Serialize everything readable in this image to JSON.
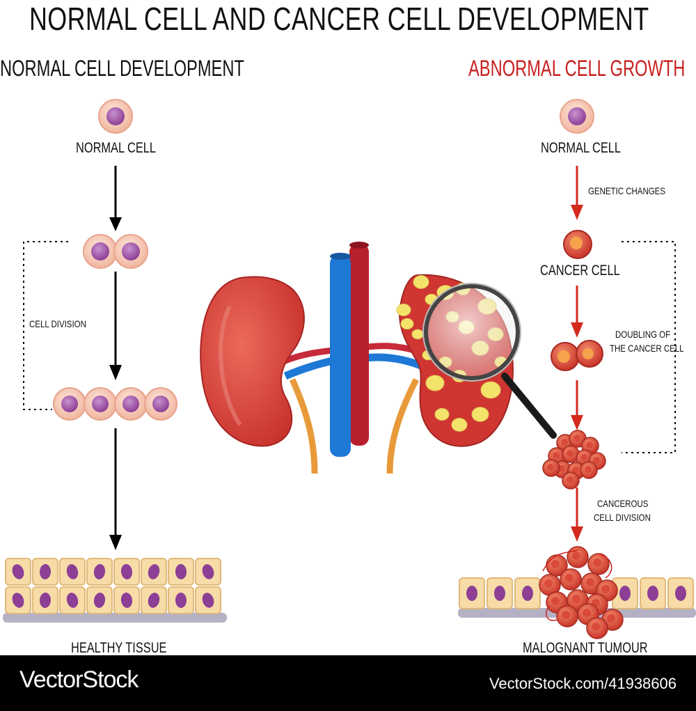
{
  "title": "NORMAL CELL AND CANCER CELL DEVELOPMENT",
  "left": {
    "heading": "NORMAL CELL DEVELOPMENT",
    "normal_cell": "NORMAL CELL",
    "cell_division": "CELL DIVISION",
    "healthy_tissue": "HEALTHY TISSUE"
  },
  "right": {
    "heading": "ABNORMAL CELL GROWTH",
    "normal_cell": "NORMAL CELL",
    "genetic_changes": "GENETIC CHANGES",
    "cancer_cell": "CANCER CELL",
    "doubling_line1": "DOUBLING OF",
    "doubling_line2": "THE CANCER CELL",
    "cancerous_line1": "CANCEROUS",
    "cancerous_line2": "CELL DIVISION",
    "malignant_tumour": "MALOGNANT TUMOUR"
  },
  "footer": {
    "brand": "VectorStock",
    "url": "VectorStock.com/41938606"
  },
  "colors": {
    "heading_red": "#c8201f",
    "arrow_red": "#d42a1d",
    "kidney_red": "#d33a35",
    "vein_blue": "#1e78d6",
    "artery_red": "#b81f2c",
    "tumor_yellow": "#f4e36a",
    "cell_pink": "#f6c8b8",
    "nucleus_purple": "#9a4fa0",
    "tissue_cream": "#f7dca8"
  }
}
